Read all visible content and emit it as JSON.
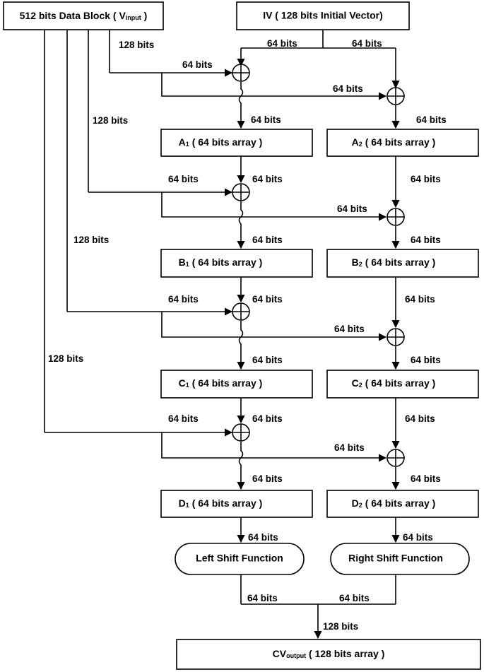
{
  "input_block": {
    "prefix": "512 bits Data Block  ( V",
    "sub": "input",
    "suffix": " )"
  },
  "iv_block": {
    "label": "IV ( 128 bits Initial Vector)"
  },
  "arrays": {
    "a1": {
      "letter": "A",
      "sub": "1",
      "label": "  ( 64 bits array )"
    },
    "a2": {
      "letter": "A",
      "sub": "2",
      "label": "  ( 64 bits array )"
    },
    "b1": {
      "letter": "B",
      "sub": "1",
      "label": "  ( 64 bits  array )"
    },
    "b2": {
      "letter": "B",
      "sub": "2",
      "label": "  ( 64 bits  array )"
    },
    "c1": {
      "letter": "C",
      "sub": "1",
      "label": "  ( 64 bits  array )"
    },
    "c2": {
      "letter": "C",
      "sub": "2",
      "label": "  ( 64 bits  array )"
    },
    "d1": {
      "letter": "D",
      "sub": "1",
      "label": "  ( 64 bits array )"
    },
    "d2": {
      "letter": "D",
      "sub": "2",
      "label": "  ( 64 bits array )"
    }
  },
  "functions": {
    "left": "Left Shift  Function",
    "right": "Right Shift Function"
  },
  "output_block": {
    "prefix": "CV",
    "sub": "output",
    "suffix": "  ( 128 bits array )"
  },
  "labels": {
    "b128": "128 bits",
    "b64": "64 bits"
  }
}
